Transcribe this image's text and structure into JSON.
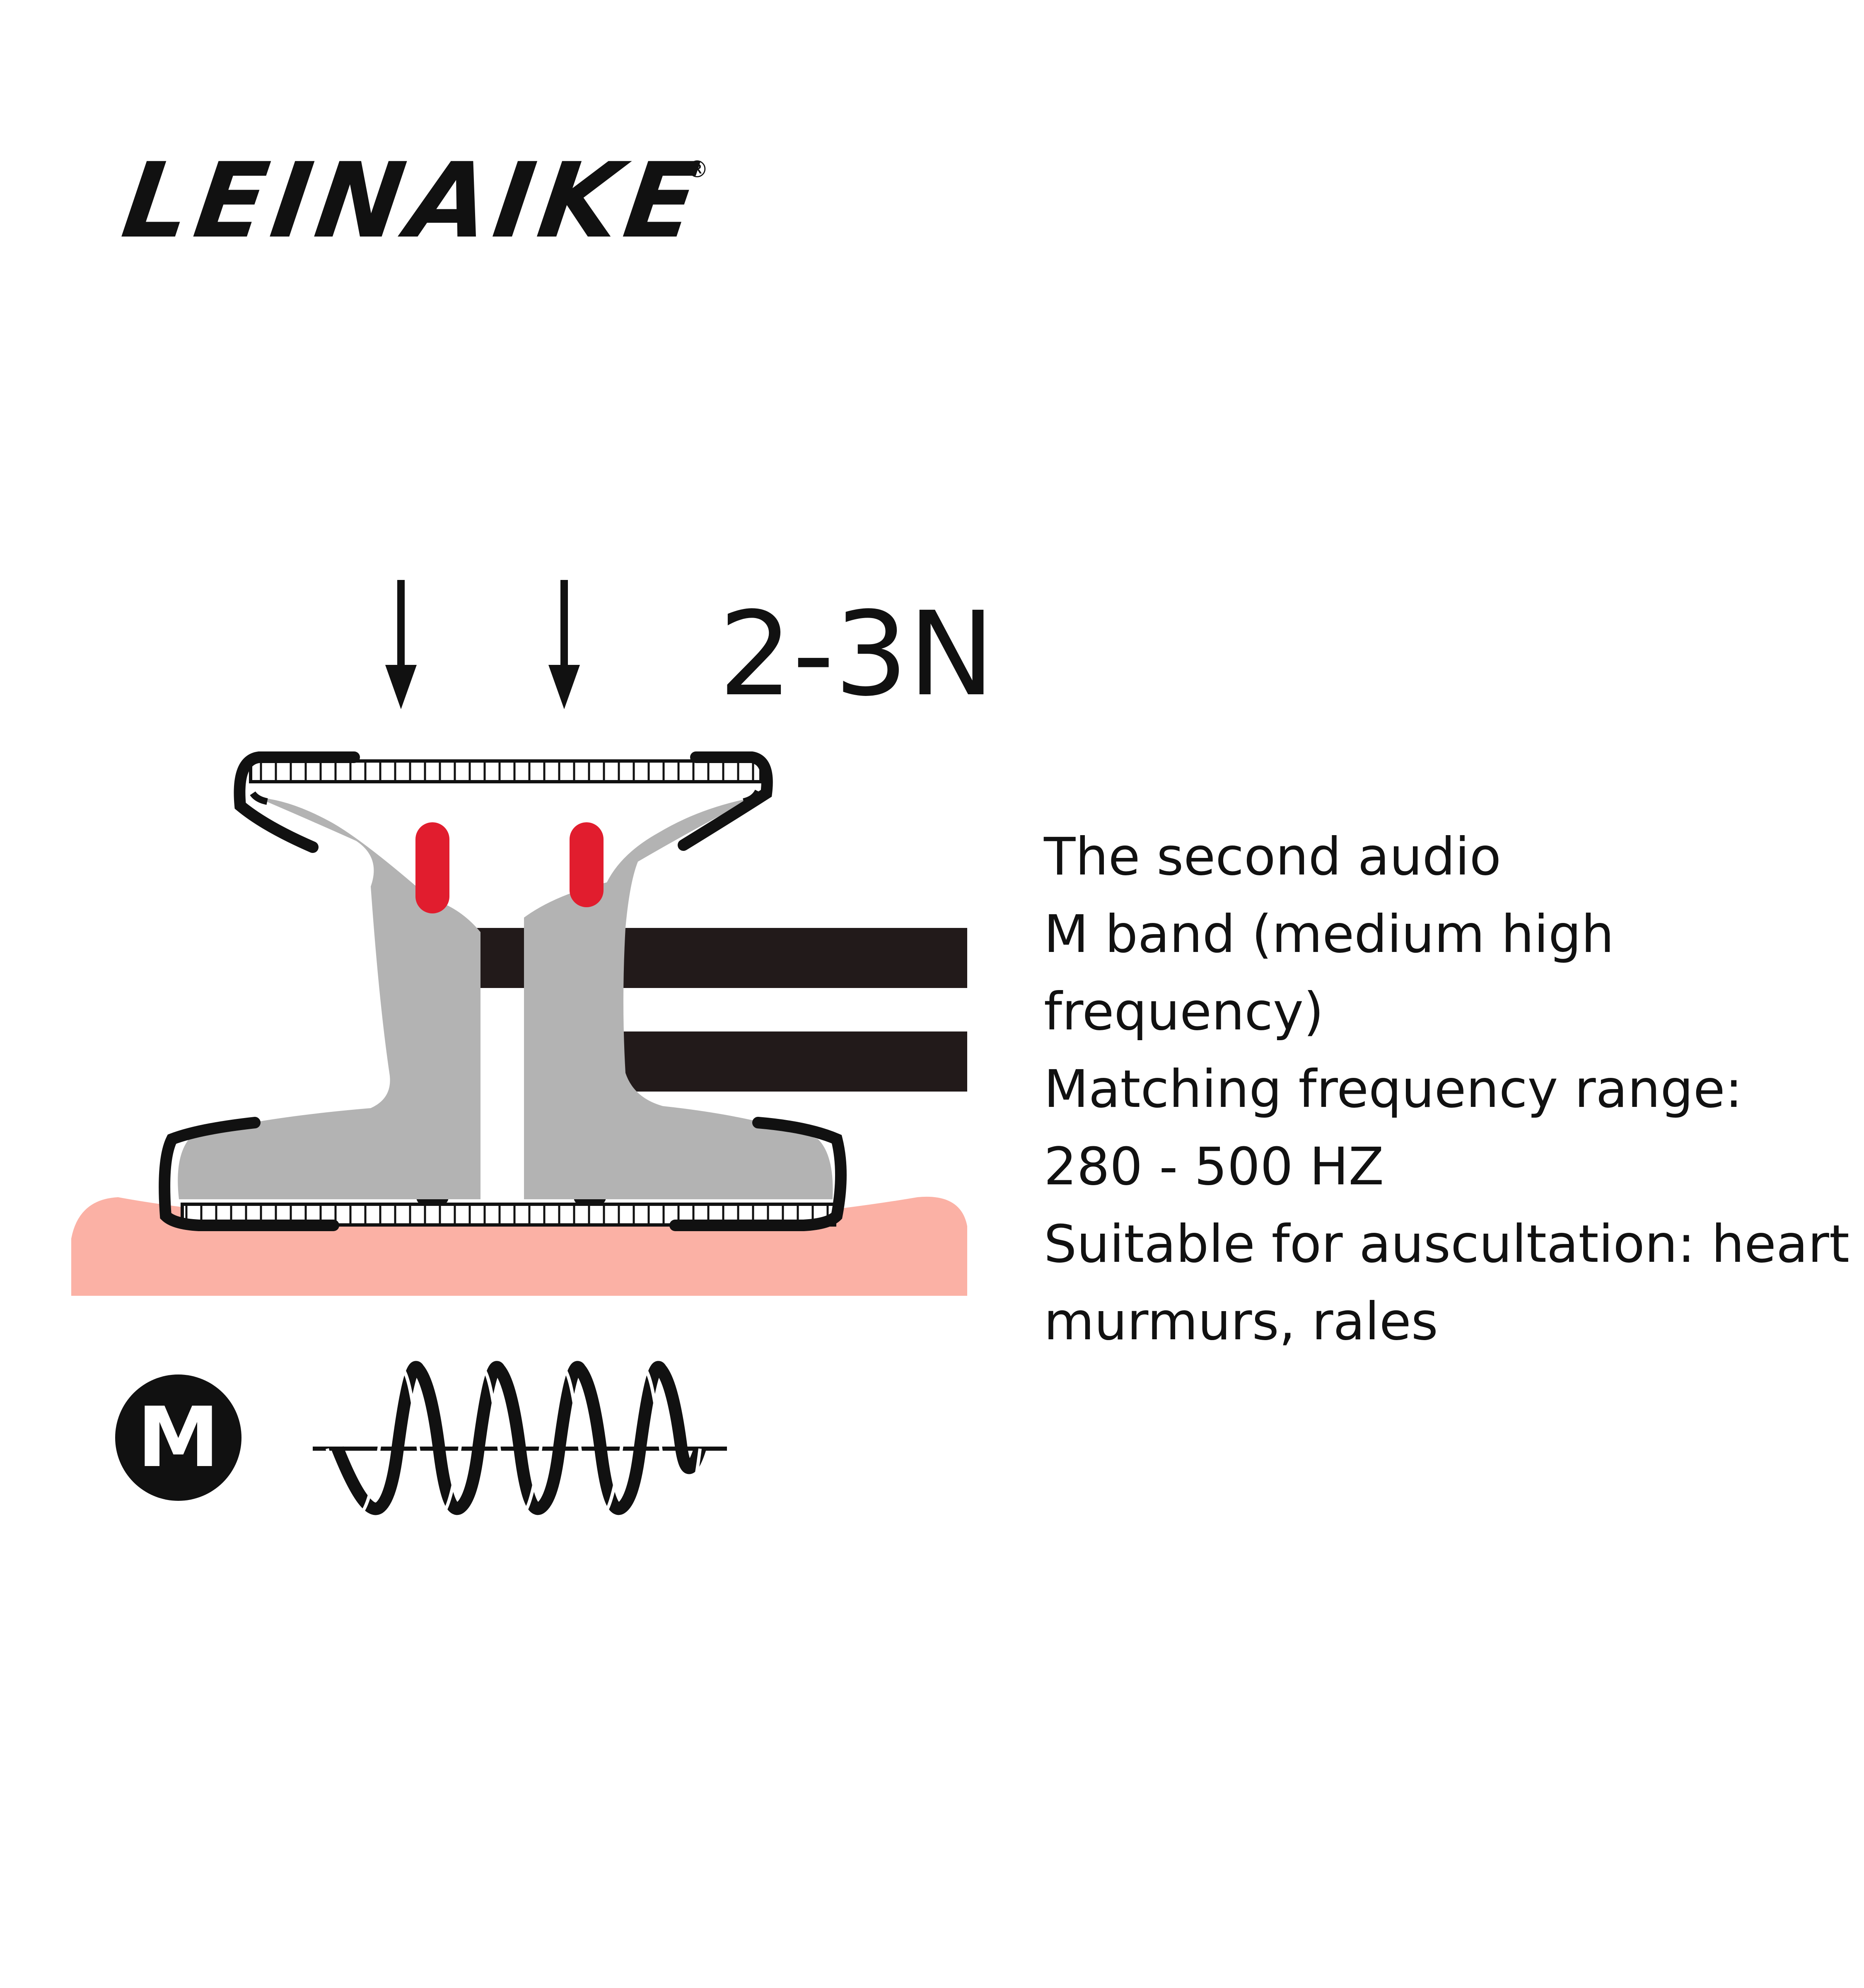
{
  "brand": {
    "name": "LEINAIKE",
    "registered_mark": "®"
  },
  "force_label": "2-3N",
  "description": {
    "lines": [
      "The second audio",
      "M band (medium high",
      "frequency)",
      "Matching frequency range:",
      "280 - 500 HZ",
      "Suitable for auscultation: heart",
      "murmurs, rales"
    ]
  },
  "badge": {
    "letter": "M"
  },
  "colors": {
    "ink": "#111111",
    "tube": "#221a1a",
    "membrane_body": "#b3b3b3",
    "accent_red": "#e11d2e",
    "skin": "#fbb1a5",
    "background": "#ffffff"
  },
  "icons": [
    "down-arrow-icon",
    "down-arrow-icon",
    "sine-wave-icon"
  ]
}
